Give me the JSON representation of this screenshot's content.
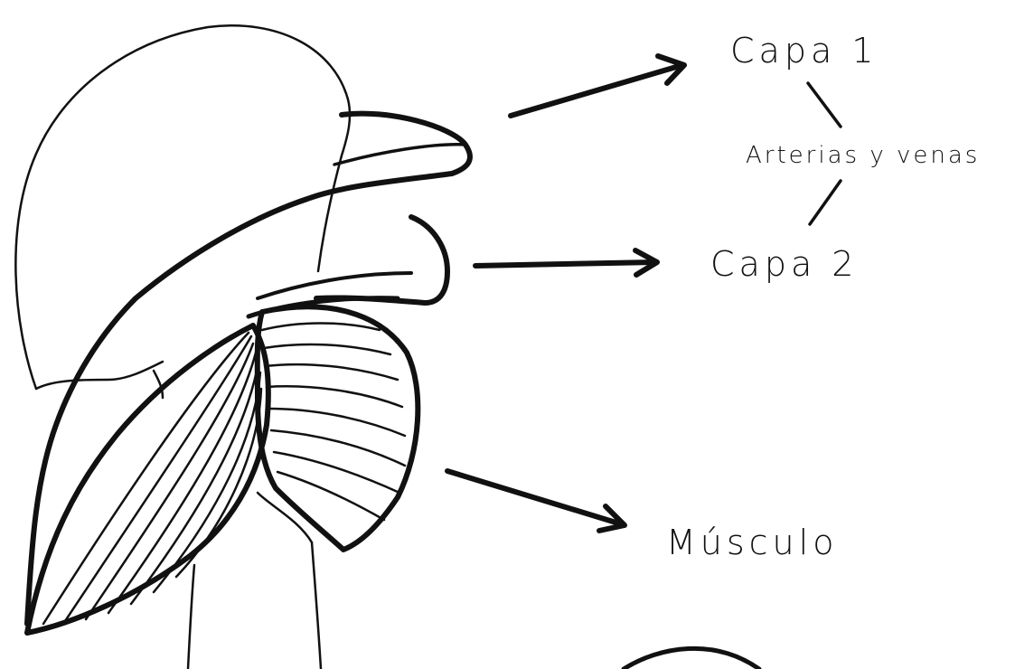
{
  "labels": {
    "capa1": "Capa 1",
    "arterias_y_venas": "Arterias y venas",
    "capa2": "Capa 2",
    "musculo": "Músculo"
  },
  "colors": {
    "ink": "#111111",
    "background": "#ffffff"
  }
}
